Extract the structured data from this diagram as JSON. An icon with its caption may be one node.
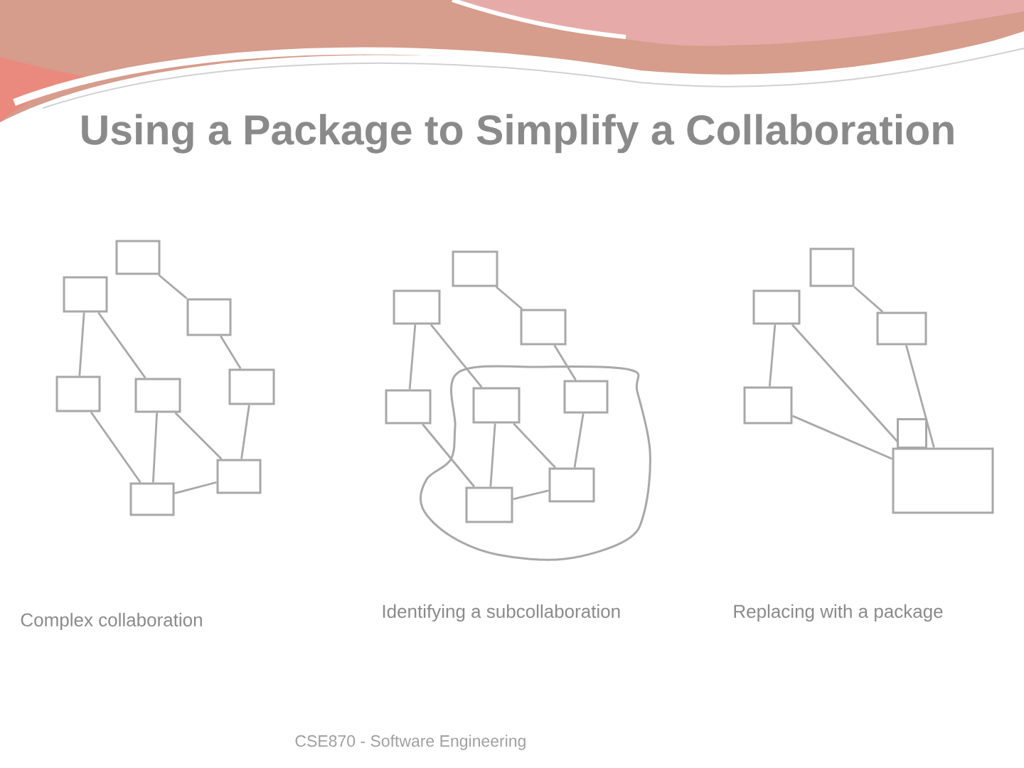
{
  "diagram": {
    "title": "Using a Package to Simplify a Collaboration",
    "nodes": [
      {
        "text": [],
        "shape": "box"
      },
      {
        "text": [],
        "shape": "box"
      },
      {
        "text": [],
        "shape": "box"
      },
      {
        "text": [],
        "shape": "box"
      },
      {
        "text": [],
        "shape": "box"
      },
      {
        "text": [],
        "shape": "box"
      },
      {
        "text": [],
        "shape": "box"
      },
      {
        "text": [],
        "shape": "box"
      },
      {
        "text": [],
        "shape": "box"
      },
      {
        "text": [],
        "shape": "box"
      },
      {
        "text": [],
        "shape": "box"
      },
      {
        "text": [],
        "shape": "box"
      },
      {
        "text": [],
        "shape": "box"
      },
      {
        "text": [],
        "shape": "box"
      },
      {
        "text": [],
        "shape": "box"
      },
      {
        "text": [],
        "shape": "box"
      },
      {
        "text": [],
        "shape": "box"
      },
      {
        "text": [],
        "shape": "box"
      },
      {
        "text": [],
        "shape": "box"
      },
      {
        "text": [],
        "shape": "box"
      },
      {
        "text": [],
        "shape": "folder"
      }
    ],
    "edges": [
      {
        "from": 0,
        "to": 2,
        "arrow": "none"
      },
      {
        "from": 2,
        "to": 5,
        "arrow": "none"
      },
      {
        "from": 5,
        "to": 6,
        "arrow": "none"
      },
      {
        "from": 1,
        "to": 3,
        "arrow": "none"
      },
      {
        "from": 1,
        "to": 4,
        "arrow": "none"
      },
      {
        "from": 4,
        "to": 6,
        "arrow": "none"
      },
      {
        "from": 3,
        "to": 7,
        "arrow": "none"
      },
      {
        "from": 4,
        "to": 7,
        "arrow": "none"
      },
      {
        "from": 7,
        "to": 6,
        "arrow": "none"
      },
      {
        "from": 8,
        "to": 10,
        "arrow": "none"
      },
      {
        "from": 10,
        "to": 13,
        "arrow": "none"
      },
      {
        "from": 13,
        "to": 14,
        "arrow": "none"
      },
      {
        "from": 9,
        "to": 11,
        "arrow": "none"
      },
      {
        "from": 9,
        "to": 12,
        "arrow": "none"
      },
      {
        "from": 12,
        "to": 14,
        "arrow": "none"
      },
      {
        "from": 11,
        "to": 15,
        "arrow": "none"
      },
      {
        "from": 12,
        "to": 15,
        "arrow": "none"
      },
      {
        "from": 15,
        "to": 14,
        "arrow": "none"
      },
      {
        "from": 16,
        "to": 18,
        "arrow": "none"
      },
      {
        "from": 17,
        "to": 19,
        "arrow": "none"
      },
      {
        "from": 17,
        "to": 20,
        "arrow": "none"
      },
      {
        "from": 18,
        "to": 20,
        "arrow": "none"
      },
      {
        "from": 19,
        "to": 20,
        "arrow": "none"
      }
    ],
    "labels": [
      "Complex collaboration",
      "Identifying a subcollaboration",
      "Replacing with a package",
      "CSE870 - Software Engineering"
    ]
  }
}
